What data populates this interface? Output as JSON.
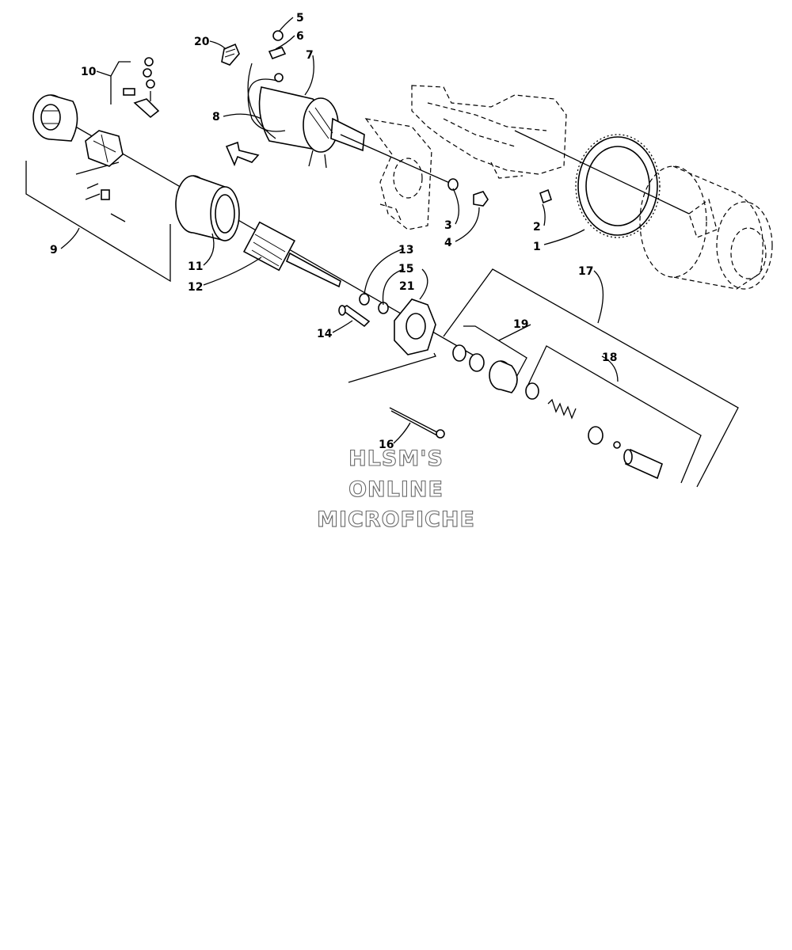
{
  "callouts": {
    "c1": "1",
    "c2": "2",
    "c3": "3",
    "c4": "4",
    "c5": "5",
    "c6": "6",
    "c7": "7",
    "c8": "8",
    "c9": "9",
    "c10": "10",
    "c11": "11",
    "c12": "12",
    "c13": "13",
    "c14": "14",
    "c15": "15",
    "c16": "16",
    "c17": "17",
    "c18": "18",
    "c19": "19",
    "c20": "20",
    "c21": "21"
  },
  "watermark": {
    "line1": "HLSM'S",
    "line2": "ONLINE",
    "line3": "MICROFICHE"
  }
}
